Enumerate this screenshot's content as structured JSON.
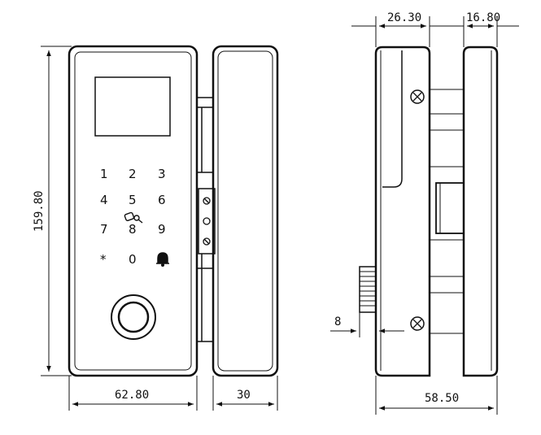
{
  "dimensions": {
    "height": "159.80",
    "front_width": "62.80",
    "handle_width": "30",
    "side_top_left": "26.30",
    "side_top_right": "16.80",
    "side_total_width": "58.50",
    "knob_offset": "8"
  },
  "keypad": {
    "keys": [
      "1",
      "2",
      "3",
      "4",
      "5",
      "6",
      "7",
      "8",
      "9",
      "*",
      "0",
      ""
    ]
  },
  "icons": {
    "key": "card-key-icon",
    "bell": "doorbell-icon",
    "fingerprint": "fingerprint-sensor-icon",
    "screw": "screw-head-icon"
  },
  "colors": {
    "line": "#111111",
    "background": "#ffffff"
  }
}
